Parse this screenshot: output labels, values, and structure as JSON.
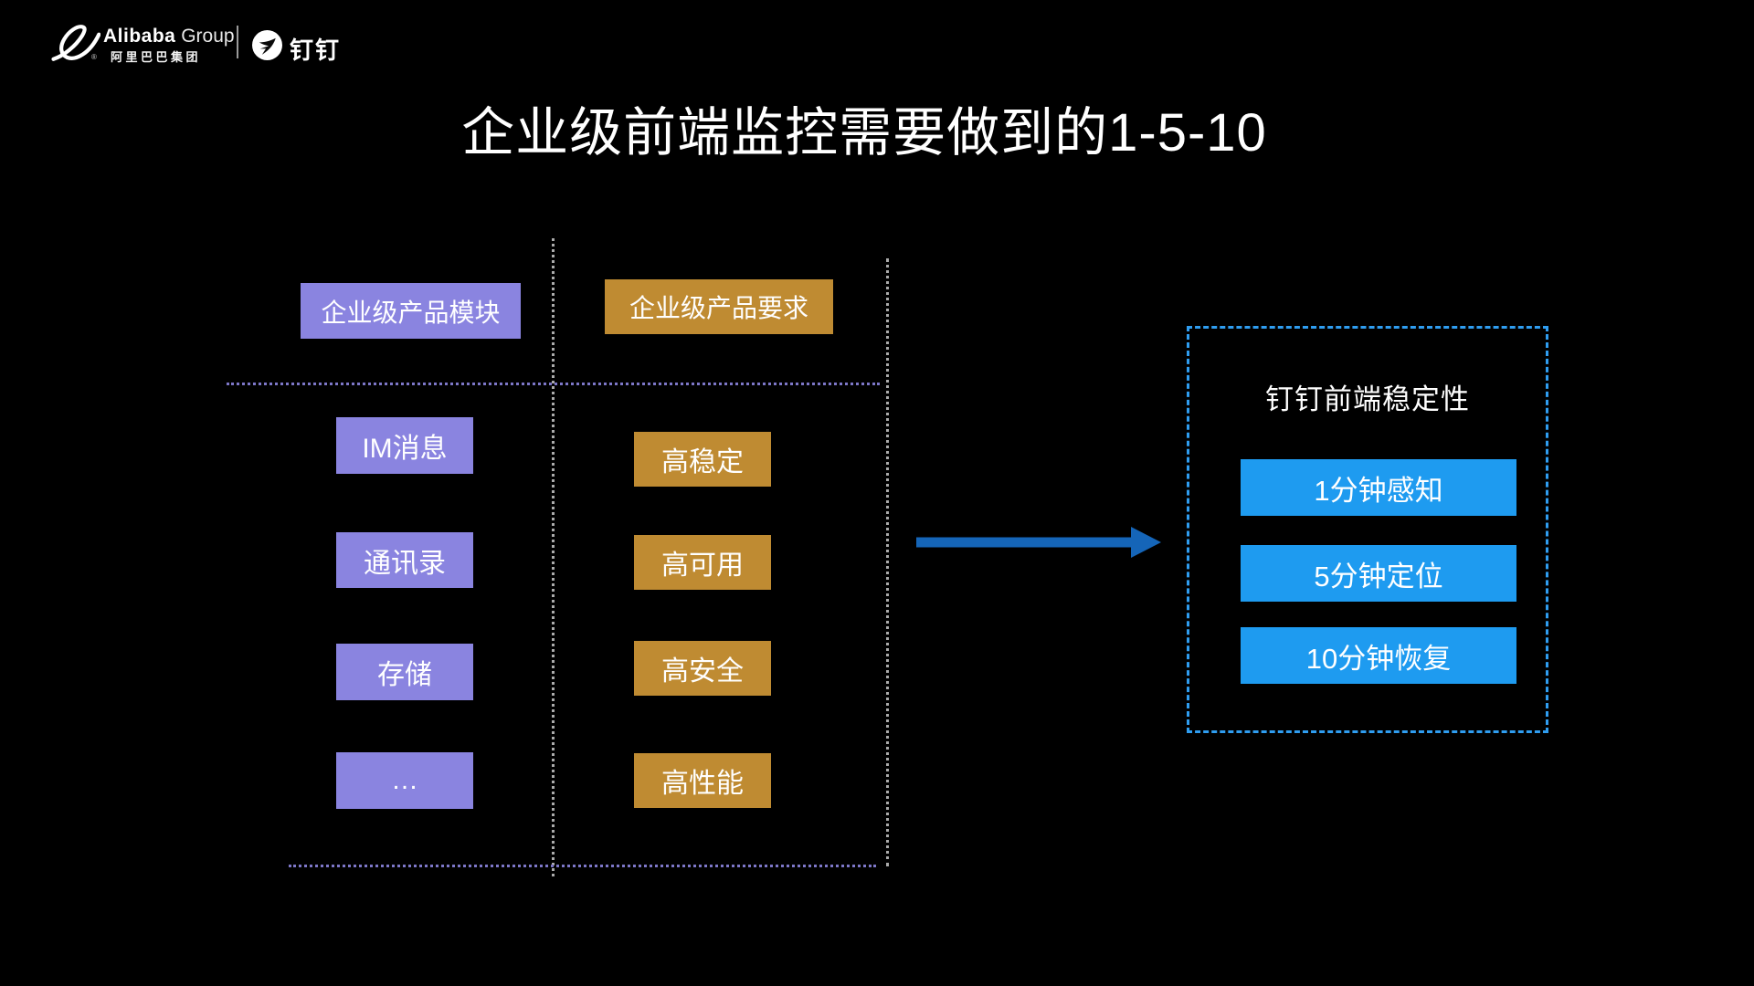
{
  "header": {
    "alibaba_bold": "Alibaba",
    "alibaba_light": "Group",
    "alibaba_cn": "阿里巴巴集团",
    "reg_mark": "®",
    "dingtalk_label": "钉钉"
  },
  "title": "企业级前端监控需要做到的1-5-10",
  "diagram": {
    "module_column_header": "企业级产品模块",
    "requirement_column_header": "企业级产品要求",
    "modules": [
      "IM消息",
      "通讯录",
      "存储",
      "…"
    ],
    "requirements": [
      "高稳定",
      "高可用",
      "高安全",
      "高性能"
    ]
  },
  "result_panel": {
    "title": "钉钉前端稳定性",
    "items": [
      "1分钟感知",
      "5分钟定位",
      "10分钟恢复"
    ]
  },
  "colors": {
    "background": "#000000",
    "module_box": "#8a84e0",
    "requirement_box": "#bf8b32",
    "result_button": "#1e9bf0",
    "panel_dashed_border": "#2f9df0",
    "arrow": "#1565b8",
    "horizontal_dotted_line": "#7d77c8",
    "vertical_dotted_line": "#ababab",
    "text": "#ffffff"
  }
}
